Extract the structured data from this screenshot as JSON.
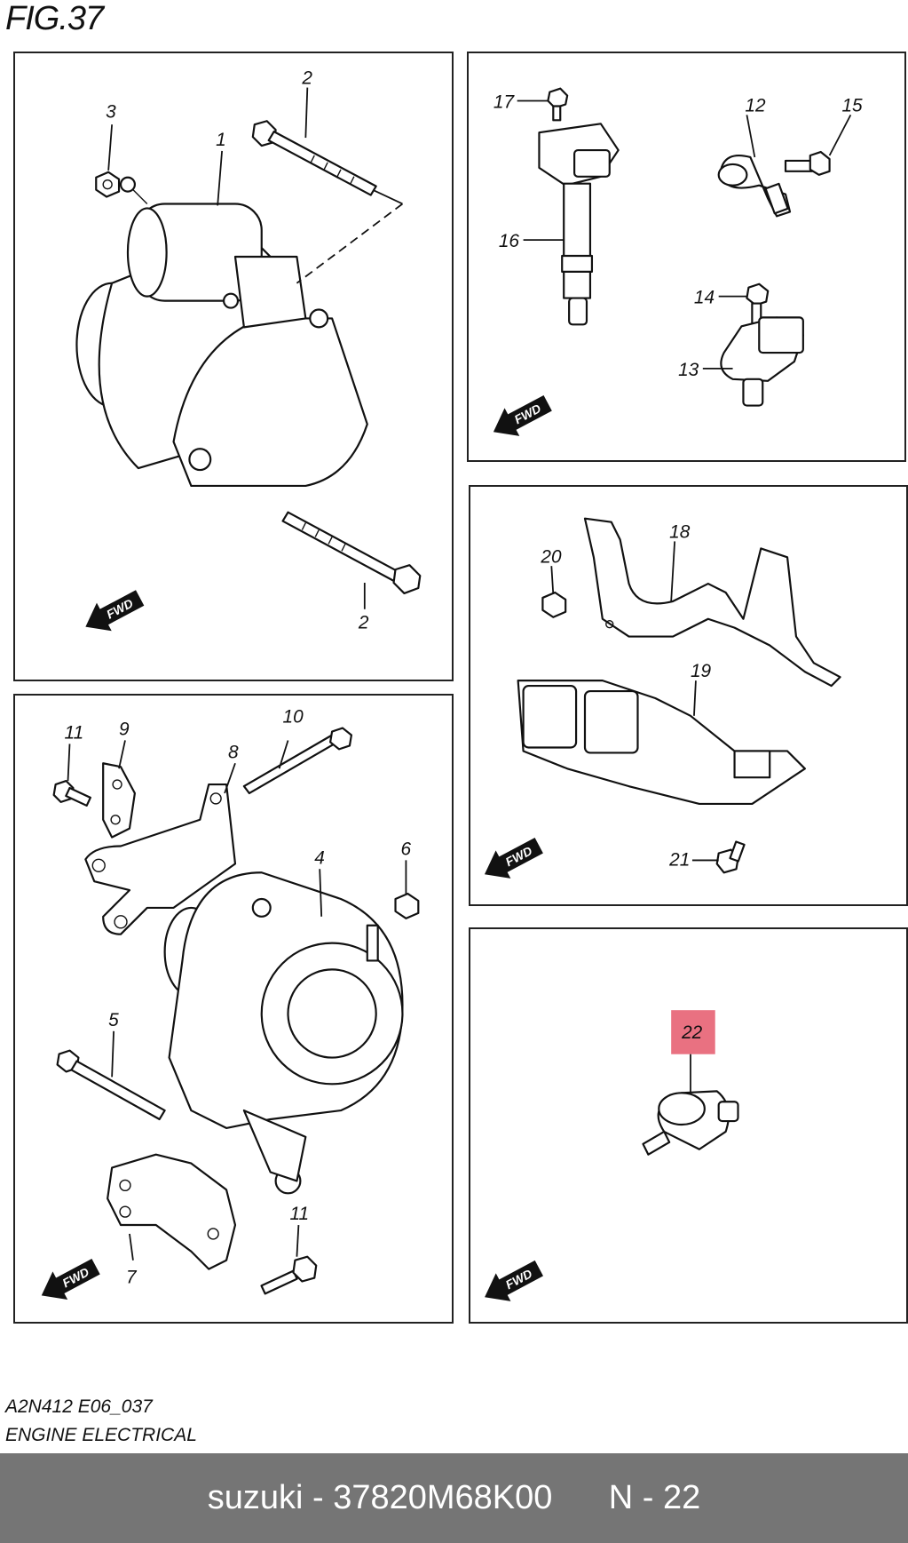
{
  "figure_title": "FIG.37",
  "drawing_code": "A2N412 E06_037",
  "drawing_name": "ENGINE ELECTRICAL",
  "fwd_label": "FWD",
  "highlight_color": "#e8697a",
  "footer": {
    "brand": "suzuki",
    "separator": " - ",
    "part_number": "37820M68K00",
    "ref": "N - 22"
  },
  "panels": {
    "starter": {
      "callouts": [
        "1",
        "2",
        "2",
        "3"
      ]
    },
    "sensors": {
      "callouts": [
        "12",
        "13",
        "14",
        "15",
        "16",
        "17"
      ]
    },
    "harness": {
      "callouts": [
        "18",
        "19",
        "20",
        "21"
      ]
    },
    "alternator": {
      "callouts": [
        "4",
        "5",
        "6",
        "7",
        "8",
        "9",
        "10",
        "11",
        "11"
      ]
    },
    "switch": {
      "callouts": [
        "22"
      ],
      "highlighted": "22"
    }
  }
}
